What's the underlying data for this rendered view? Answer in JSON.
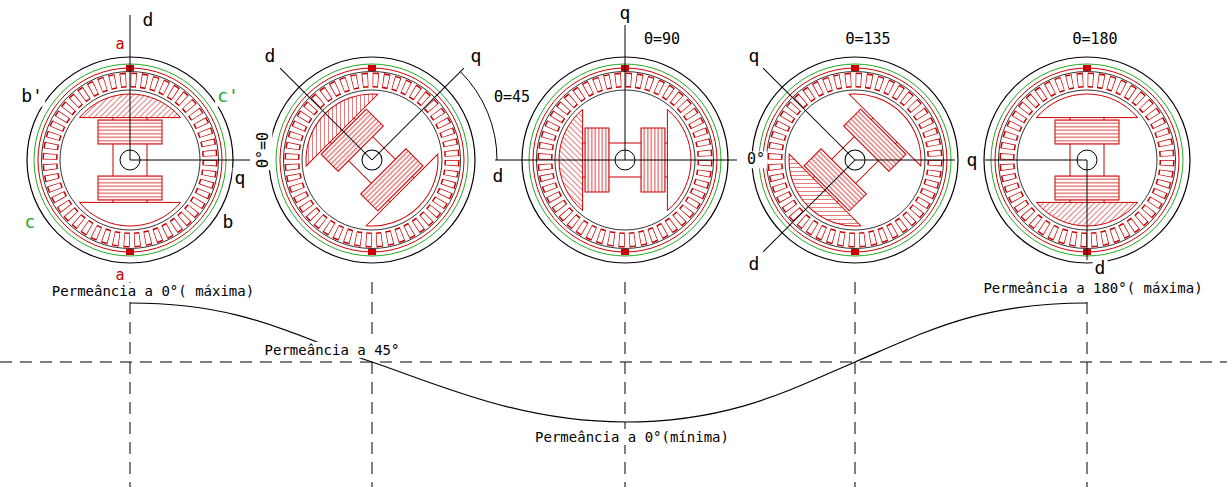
{
  "diagram": {
    "labels": [
      "d",
      "a",
      "b'",
      "c'",
      "c",
      "b",
      "a",
      "q",
      "Θ°=0",
      "d",
      "q",
      "Θ=45",
      "q",
      "Θ=90",
      "0°",
      "d",
      "q",
      "Θ=135",
      "d",
      "Θ=180",
      "q",
      "d",
      "Permeância a 0°( máxima)",
      "Permeância a 45°",
      "Permeância a 0°(mínima)",
      "Permeância a 180°( máxima)"
    ]
  }
}
